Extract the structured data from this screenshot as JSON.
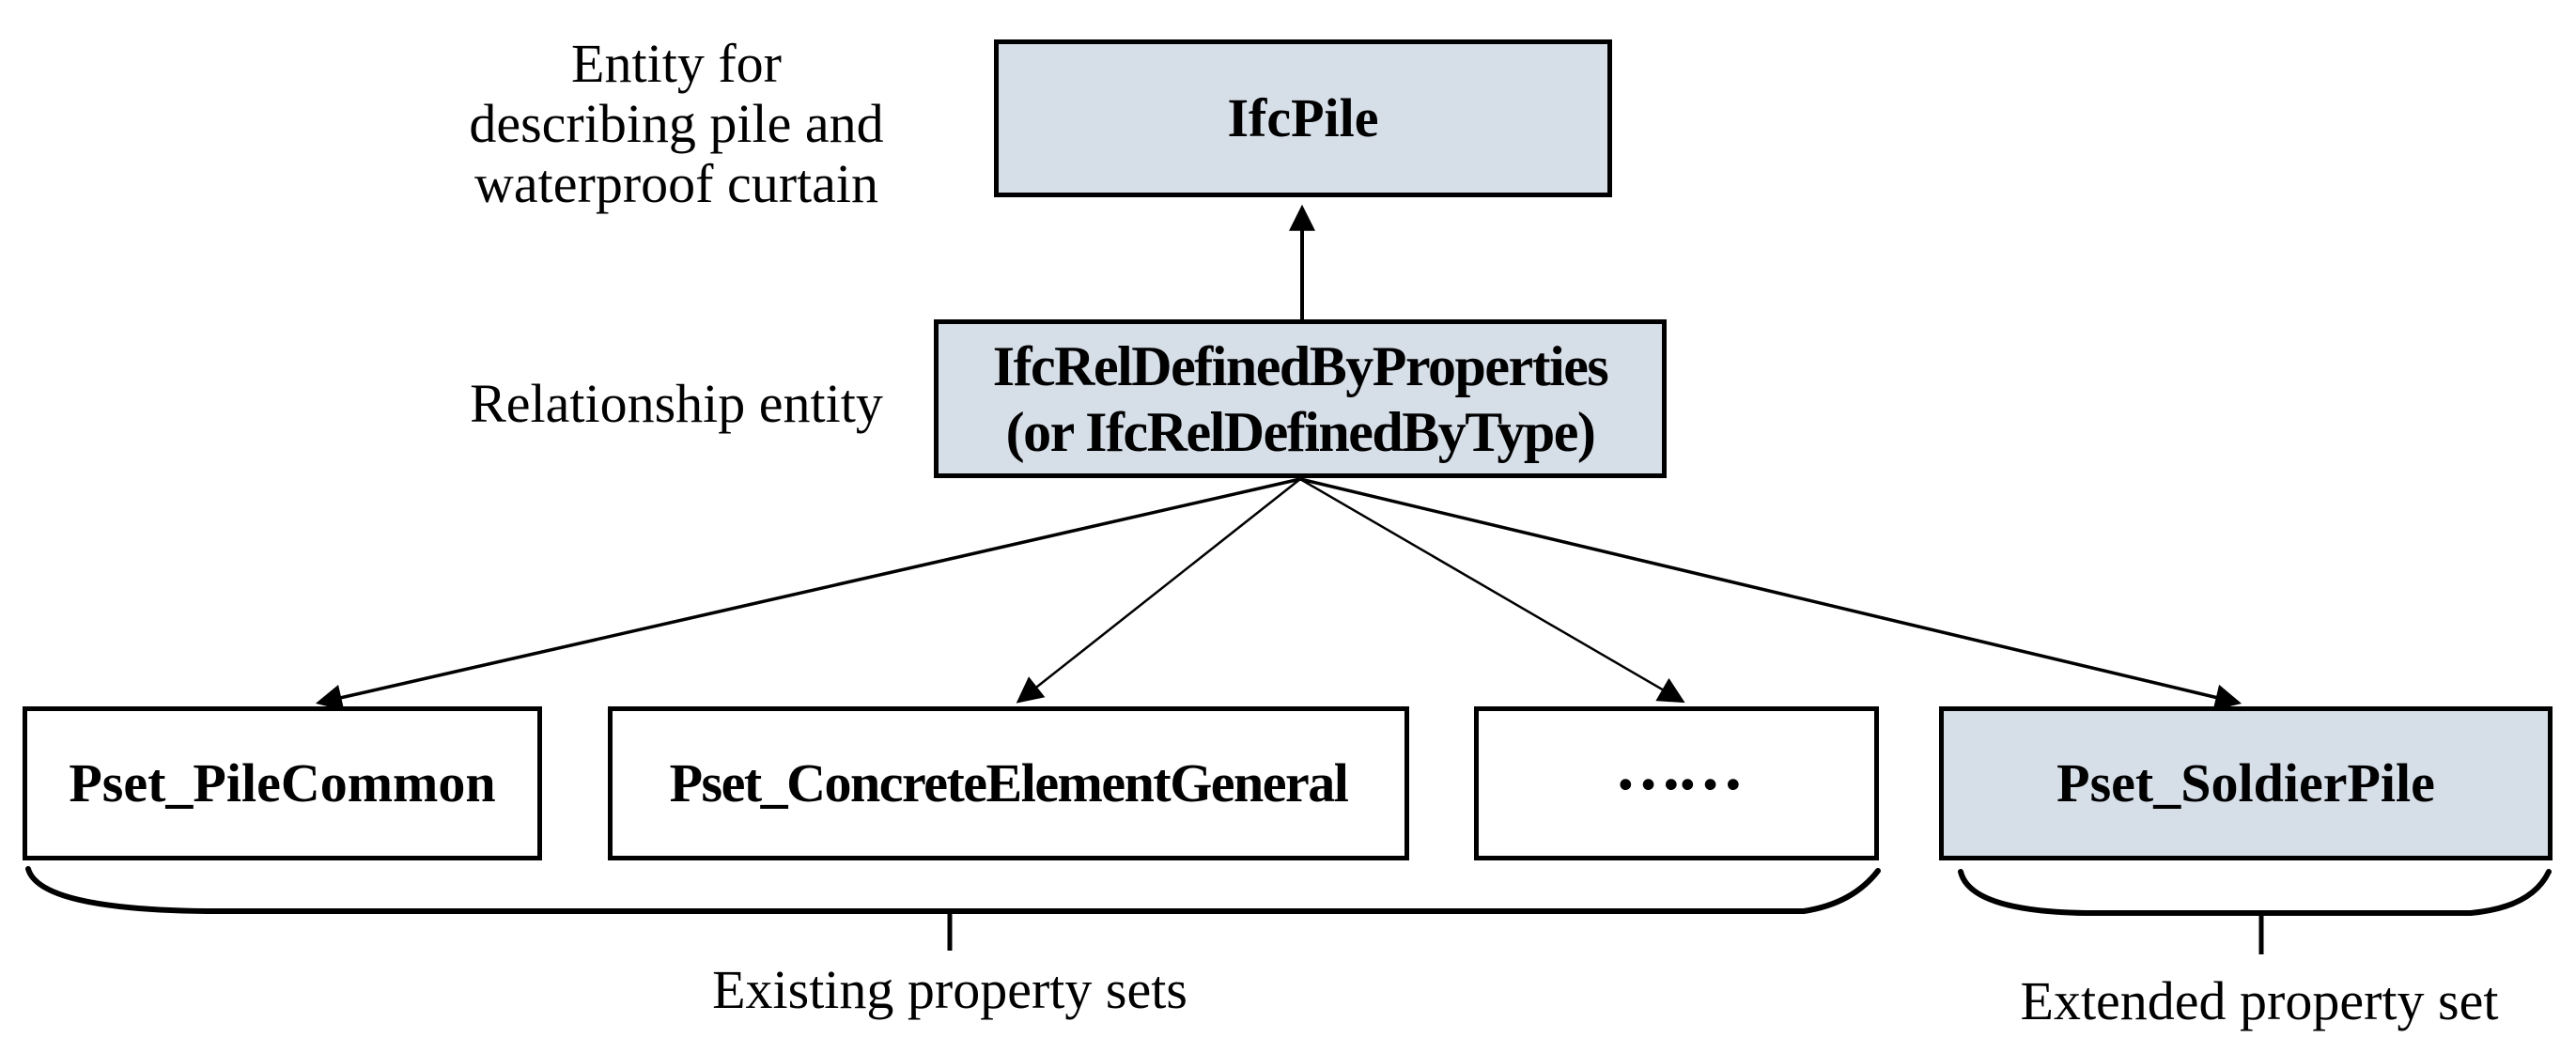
{
  "colors": {
    "background": "#ffffff",
    "box_fill": "#d6dee8",
    "box_white_fill": "#ffffff",
    "border": "#000000",
    "line": "#000000",
    "text": "#000000"
  },
  "notes": {
    "entity": {
      "line1": "Entity for",
      "line2": "describing pile and",
      "line3": "waterproof curtain"
    },
    "relationship": "Relationship entity"
  },
  "nodes": {
    "ifc_pile": {
      "label": "IfcPile"
    },
    "rel_defined": {
      "line1": "IfcRelDefinedByProperties",
      "line2": "(or IfcRelDefinedByType)"
    },
    "pset_pile_common": {
      "label": "Pset_PileCommon"
    },
    "pset_concrete_element_general": {
      "label": "Pset_ConcreteElementGeneral"
    },
    "pset_ellipsis": {
      "label": "……"
    },
    "pset_soldier_pile": {
      "label": "Pset_SoldierPile"
    }
  },
  "groups": {
    "existing": {
      "label": "Existing property sets"
    },
    "extended": {
      "label": "Extended property set"
    }
  }
}
